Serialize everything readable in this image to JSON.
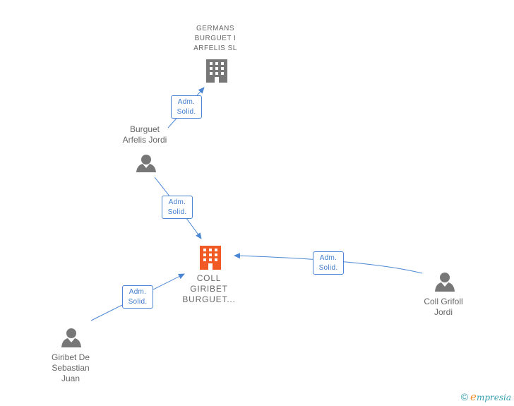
{
  "nodes": {
    "germans": {
      "label": "GERMANS\nBURGUET I\nARFELIS SL"
    },
    "coll_giribet": {
      "label": "COLL\nGIRIBET\nBURGUET..."
    },
    "burguet": {
      "label": "Burguet\nArfelis Jordi"
    },
    "giribet": {
      "label": "Giribet De\nSebastian\nJuan"
    },
    "coll_grifoll": {
      "label": "Coll Grifoll\nJordi"
    }
  },
  "edges": [
    {
      "from": "Burguet Arfelis Jordi",
      "to": "GERMANS BURGUET I ARFELIS SL",
      "line1": "Adm.",
      "line2": "Solid."
    },
    {
      "from": "Burguet Arfelis Jordi",
      "to": "COLL GIRIBET BURGUET...",
      "line1": "Adm.",
      "line2": "Solid."
    },
    {
      "from": "Giribet De Sebastian Juan",
      "to": "COLL GIRIBET BURGUET...",
      "line1": "Adm.",
      "line2": "Solid."
    },
    {
      "from": "Coll Grifoll Jordi",
      "to": "COLL GIRIBET BURGUET...",
      "line1": "Adm.",
      "line2": "Solid."
    }
  ],
  "colors": {
    "edge": "#4a86d4",
    "company_main": "#f15a24",
    "company": "#777777",
    "person": "#777777"
  },
  "footer": {
    "copyright": "©",
    "brand_initial": "e",
    "brand_rest": "mpresia"
  }
}
